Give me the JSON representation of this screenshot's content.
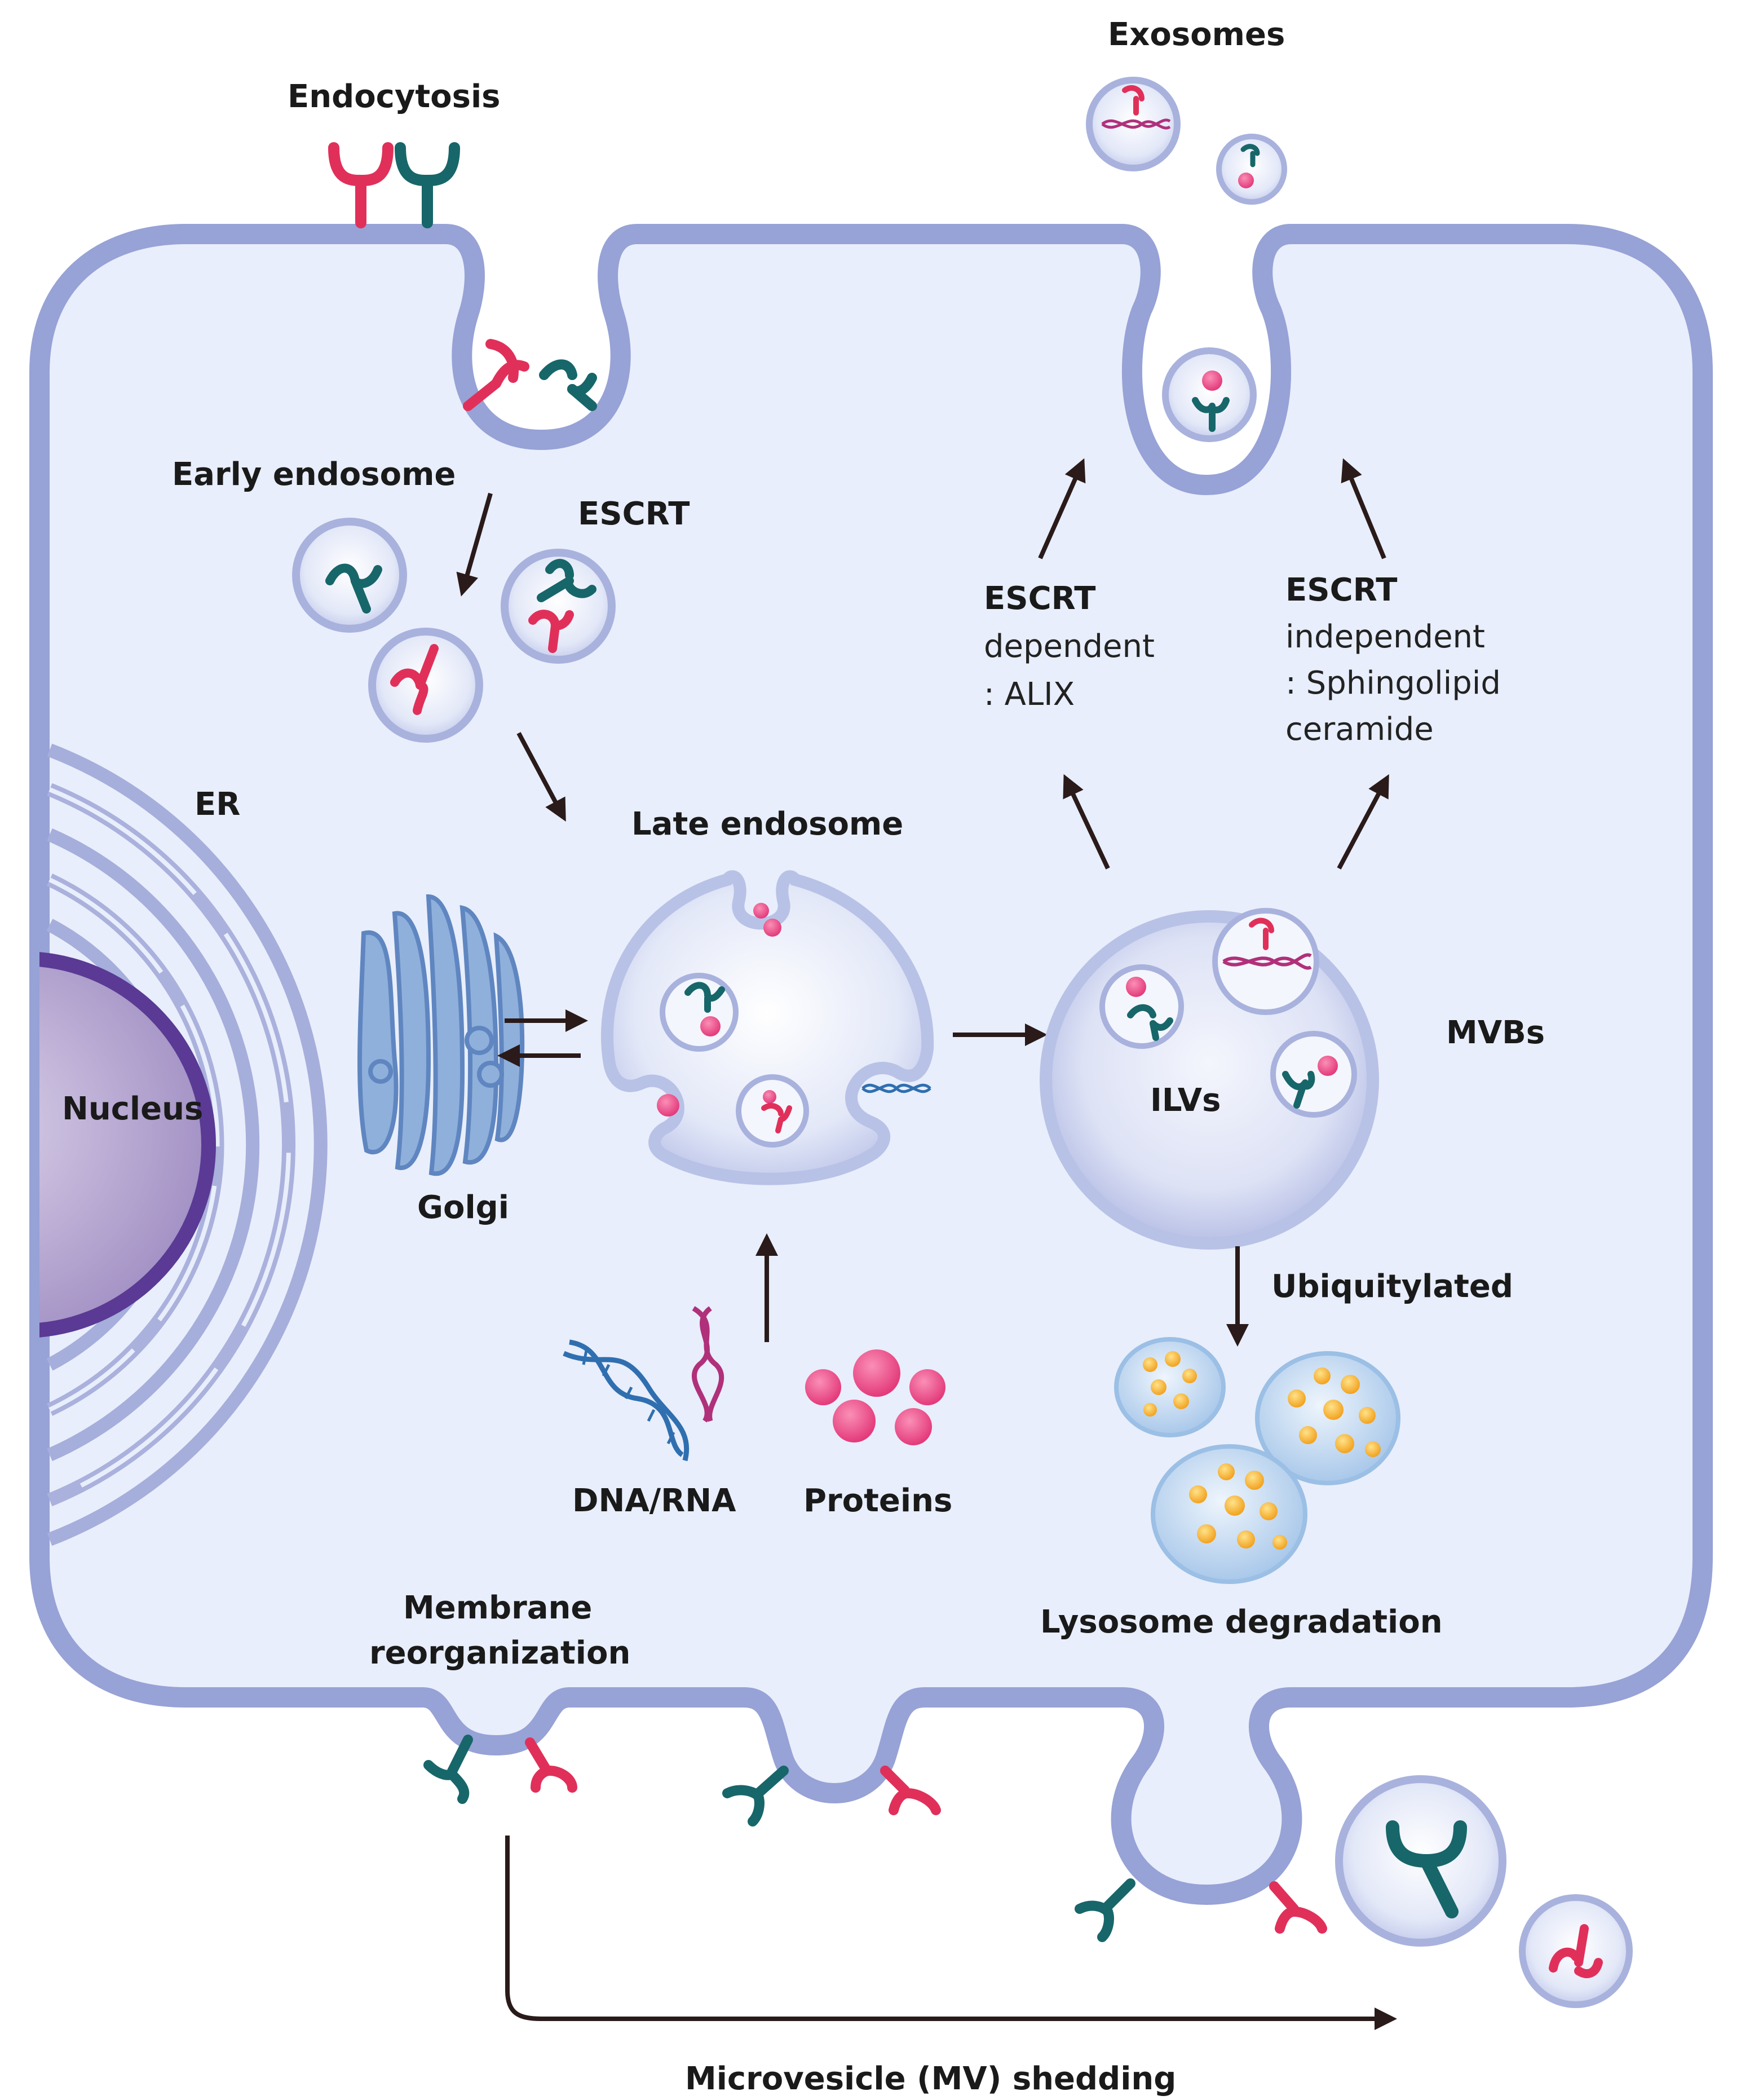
{
  "labels": {
    "endocytosis": "Endocytosis",
    "exosomes": "Exosomes",
    "early_endosome": "Early endosome",
    "escrt_top": "ESCRT",
    "er": "ER",
    "nucleus": "Nucleus",
    "golgi": "Golgi",
    "late_endosome": "Late endosome",
    "ilvs": "ILVs",
    "mvbs": "MVBs",
    "escrt_dependent_title": "ESCRT",
    "escrt_dependent_line1": "dependent",
    "escrt_dependent_line2": ": ALIX",
    "escrt_independent_title": "ESCRT",
    "escrt_independent_line1": "independent",
    "escrt_independent_line2": ": Sphingolipid",
    "escrt_independent_line3": "ceramide",
    "ubiquitylated": "Ubiquitylated",
    "dna_rna": "DNA/RNA",
    "proteins": "Proteins",
    "lysosome_degradation": "Lysosome degradation",
    "membrane_reorganization_1": "Membrane",
    "membrane_reorganization_2": "reorganization",
    "mv_shedding": "Microvesicle (MV) shedding"
  },
  "colors": {
    "cytoplasm": "#e8eefb",
    "membrane": "#97a2d6",
    "vesicle_fill": "#dde3f6",
    "receptor_red": "#e0305a",
    "receptor_teal": "#17666a",
    "protein_pink": "#ea4a86",
    "dna_blue": "#2f6fb0",
    "rna_magenta": "#b0307a",
    "lysosome_fill": "#cfe1f4",
    "lipid_yellow": "#f5b52e",
    "nucleus_outer": "#5a3a94",
    "nucleus_inner": "#b9a8d3",
    "golgi_blue": "#7b9ed0",
    "arrow": "#2a1a1a"
  }
}
